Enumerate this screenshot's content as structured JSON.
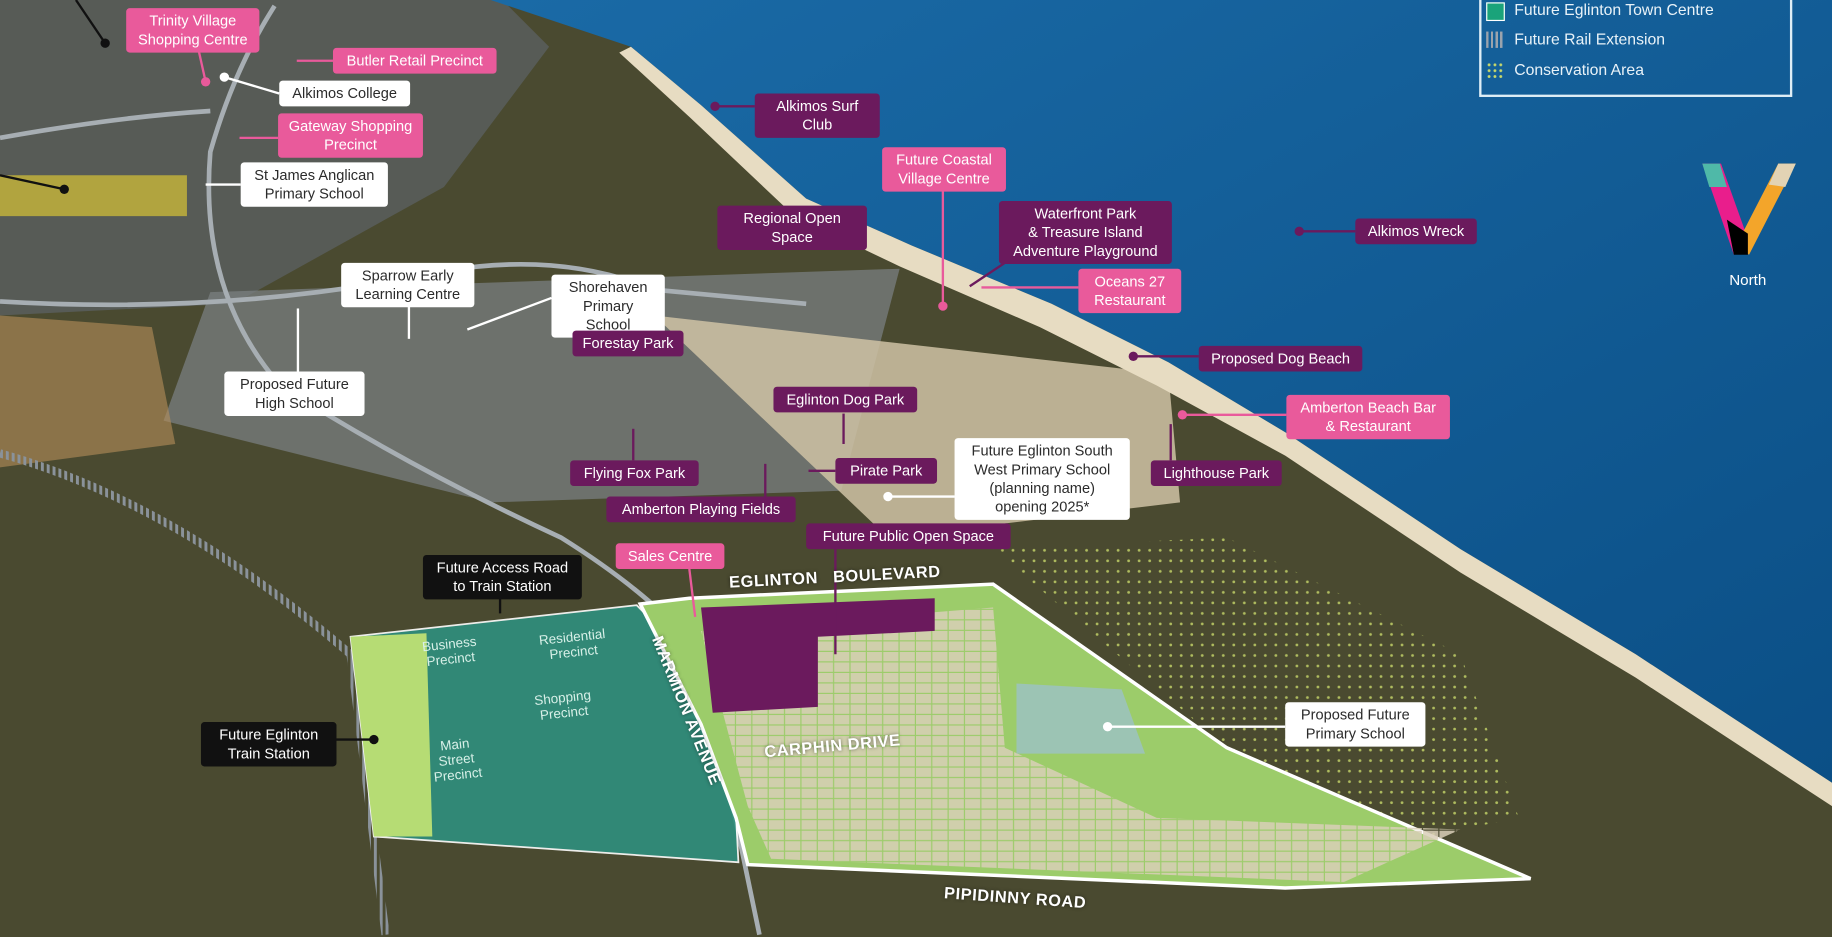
{
  "legend": {
    "items": [
      {
        "label": "Future Eglinton Town Centre",
        "icon": "green-square-icon",
        "color": "#1aa37a"
      },
      {
        "label": "Future Rail Extension",
        "icon": "rail-hatch-icon",
        "color": "#9aa3ad"
      },
      {
        "label": "Conservation Area",
        "icon": "dotted-area-icon",
        "color": "#c8d86a"
      }
    ]
  },
  "logo": {
    "caption": "North",
    "icon": "v-logo-icon"
  },
  "colors": {
    "pink": "#e95a9b",
    "purple": "#6b1a5d",
    "ocean": "#0f5f9a",
    "development": "#9ccc6a",
    "town_centre": "#2f8f7e"
  },
  "labels": {
    "trinity": "Trinity Village\nShopping Centre",
    "butler": "Butler Retail Precinct",
    "alkimos_college": "Alkimos College",
    "gateway": "Gateway Shopping\nPrecinct",
    "st_james": "St James Anglican\nPrimary School",
    "alkimos_surf": "Alkimos Surf Club",
    "coastal_village": "Future Coastal\nVillage Centre",
    "regional_open": "Regional Open Space",
    "waterfront": "Waterfront Park\n& Treasure Island\nAdventure Playground",
    "alkimos_wreck": "Alkimos Wreck",
    "oceans27": "Oceans 27\nRestaurant",
    "sparrow": "Sparrow Early\nLearning Centre",
    "shorehaven": "Shorehaven\nPrimary School",
    "forestay": "Forestay Park",
    "high_school": "Proposed Future\nHigh School",
    "dog_beach": "Proposed Dog Beach",
    "dog_park": "Eglinton Dog Park",
    "beach_bar": "Amberton Beach Bar\n& Restaurant",
    "flying_fox": "Flying Fox Park",
    "pirate": "Pirate Park",
    "sw_primary": "Future Eglinton South\nWest Primary School\n(planning name)\nopening 2025*",
    "lighthouse": "Lighthouse Park",
    "playing_fields": "Amberton Playing Fields",
    "public_open": "Future Public Open Space",
    "sales": "Sales Centre",
    "access_road": "Future Access Road\nto Train Station",
    "train_station": "Future Eglinton\nTrain Station",
    "future_primary": "Proposed Future\nPrimary School"
  },
  "roads": {
    "eglinton": "EGLINTON",
    "boulevard": "BOULEVARD",
    "marmion": "MARMION AVENUE",
    "carphin": "CARPHIN DRIVE",
    "pipidinny": "PIPIDINNY ROAD"
  },
  "precincts": {
    "business": "Business\nPrecinct",
    "residential": "Residential\nPrecinct",
    "shopping": "Shopping\nPrecinct",
    "main_street": "Main\nStreet\nPrecinct"
  }
}
